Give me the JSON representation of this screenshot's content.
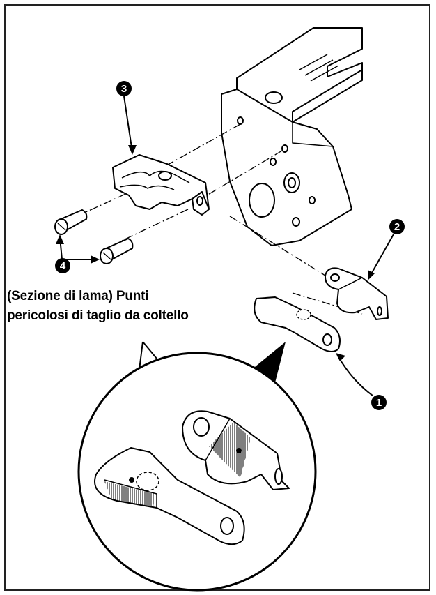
{
  "caption": {
    "line1": "(Sezione di lama) Punti",
    "line2": "pericolosi di taglio da coltello"
  },
  "callouts": {
    "c1": "1",
    "c2": "2",
    "c3": "3",
    "c4": "4"
  },
  "colors": {
    "line": "#000000",
    "background": "#ffffff"
  }
}
